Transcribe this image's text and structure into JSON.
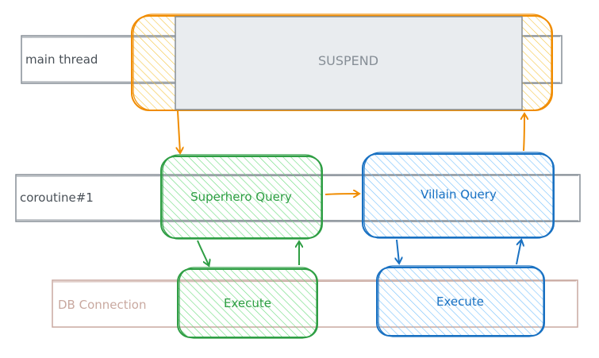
{
  "lanes": {
    "main_thread": "main thread",
    "coroutine": "coroutine#1",
    "db_connection": "DB Connection"
  },
  "boxes": {
    "suspend": "SUSPEND",
    "superhero_query": "Superhero Query",
    "villain_query": "Villain Query",
    "execute_left": "Execute",
    "execute_right": "Execute"
  },
  "colors": {
    "orange": "#f08c00",
    "orange_fill": "#ffe8a3",
    "green": "#2f9e44",
    "green_fill": "#b2f2bb",
    "blue": "#1971c2",
    "blue_fill": "#a5d8ff",
    "gray": "#868e96",
    "gray_fill": "#e9ecef",
    "tan": "#c9a9a0"
  }
}
